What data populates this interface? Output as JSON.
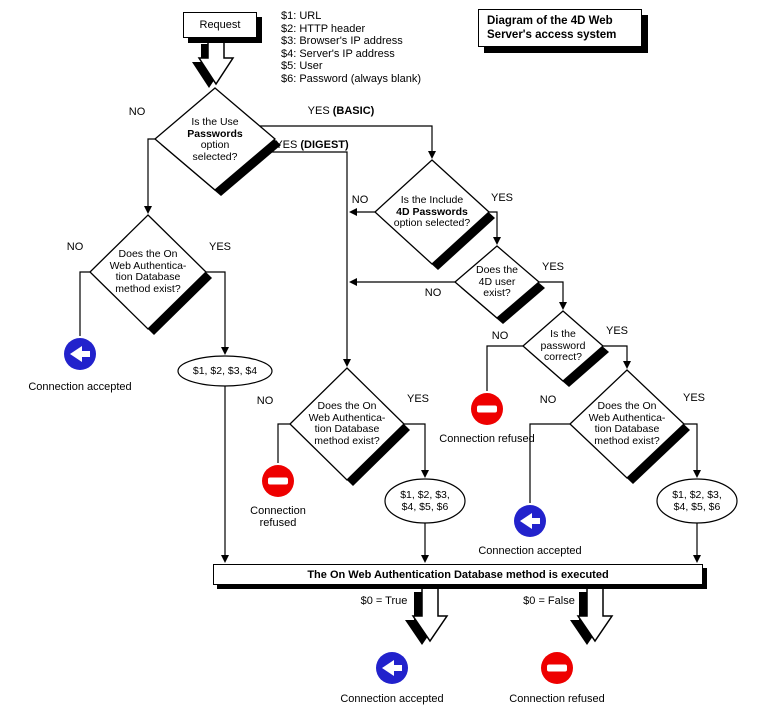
{
  "title": {
    "line1": "Diagram of the 4D Web",
    "line2": "Server's access system"
  },
  "request_label": "Request",
  "legend": {
    "items": [
      "$1: URL",
      "$2: HTTP header",
      "$3: Browser's IP address",
      "$4: Server's IP address",
      "$5: User",
      "$6: Password (always blank)"
    ]
  },
  "diamonds": {
    "use_passwords": {
      "line1": "Is the Use",
      "line2": "Passwords",
      "line3": "option",
      "line4": "selected?"
    },
    "auth_db_left": {
      "line1": "Does the On",
      "line2": "Web Authentica-",
      "line3": "tion Database",
      "line4": "method exist?"
    },
    "include_4d_passwords": {
      "line1": "Is the Include",
      "line2": "4D Passwords",
      "line3": "option selected?"
    },
    "user_exists": {
      "line1": "Does the",
      "line2": "4D user",
      "line3": "exist?"
    },
    "password_correct": {
      "line1": "Is the",
      "line2": "password",
      "line3": "correct?"
    },
    "auth_db_middle": {
      "line1": "Does the On",
      "line2": "Web Authentica-",
      "line3": "tion Database",
      "line4": "method exist?"
    },
    "auth_db_right": {
      "line1": "Does the On",
      "line2": "Web Authentica-",
      "line3": "tion Database",
      "line4": "method exist?"
    }
  },
  "labels": {
    "no": "NO",
    "yes": "YES",
    "yes_prefix": "YES ",
    "basic": "(BASIC)",
    "digest": "(DIGEST)",
    "s0_true": "$0 = True",
    "s0_false": "$0 = False"
  },
  "ovals": {
    "params_small": "$1, $2, $3, $4",
    "params_large_line1": "$1, $2, $3,",
    "params_large_line2": "$4, $5, $6"
  },
  "executed_box": "The On Web Authentication Database method is executed",
  "status": {
    "accepted": "Connection accepted",
    "refused": "Connection refused",
    "refused_line1": "Connection",
    "refused_line2": "refused"
  },
  "colors": {
    "accent_blue": "#2222cc",
    "accent_red": "#ee0000"
  }
}
